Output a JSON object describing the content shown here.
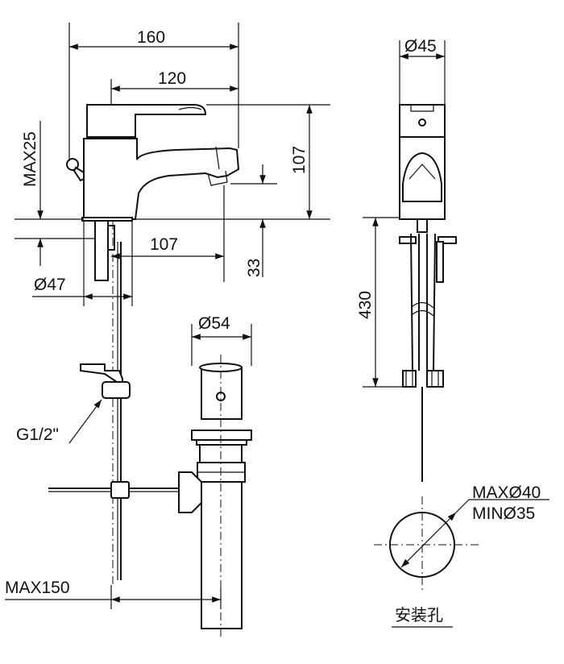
{
  "dimensions": {
    "width_total": "160",
    "width_spout": "120",
    "height_body": "107",
    "max_deck": "MAX25",
    "reach": "107",
    "spout_height": "33",
    "base_dia": "Ø47",
    "drain_dia": "Ø54",
    "side_width": "Ø45",
    "hose_length": "430",
    "connection": "G1/2\"",
    "max_offset": "MAX150"
  },
  "install_hole": {
    "max_dia": "MAXØ40",
    "min_dia": "MINØ35",
    "caption": "安装孔"
  }
}
